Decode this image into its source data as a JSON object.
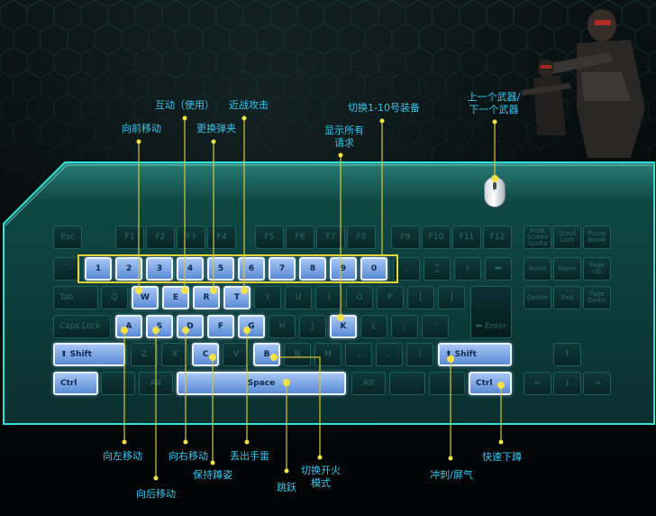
{
  "labels": {
    "move_forward": "向前移动",
    "interact": "互动（使用）",
    "reload": "更换弹夹",
    "melee": "近战攻击",
    "show_all": "显示所有\n请求",
    "switch_equipment": "切换1-10号装备",
    "switch_weapon": "上一个武器/\n下一个武器",
    "move_left": "向左移动",
    "move_back": "向后移动",
    "move_right": "向右移动",
    "crouch_hold": "保持蹲姿",
    "throw_grenade": "丢出手雷",
    "jump": "跳跃",
    "fire_mode": "切换开火\n模式",
    "sprint": "冲刺/屏气",
    "quick_crouch": "快速下蹲"
  },
  "keys": {
    "esc": "Esc",
    "f1": "F1",
    "f2": "F2",
    "f3": "F3",
    "f4": "F4",
    "f5": "F5",
    "f6": "F6",
    "f7": "F7",
    "f8": "F8",
    "f9": "F9",
    "f10": "F10",
    "f11": "F11",
    "f12": "F12",
    "print_screen": "Print\nScreen\nSysRq",
    "scroll_lock": "Scroll\nLock",
    "pause_break": "Pause\nBreak",
    "tilde": "~\n`",
    "n1": "1",
    "n2": "2",
    "n3": "3",
    "n4": "4",
    "n5": "5",
    "n6": "6",
    "n7": "7",
    "n8": "8",
    "n9": "9",
    "n0": "0",
    "minus": "_\n-",
    "equals": "+\n=",
    "backslash": "\\",
    "backspace": "⬅",
    "insert": "Insert",
    "home": "Home",
    "page_up": "Page\nUp",
    "tab": "Tab",
    "q": "Q",
    "w": "W",
    "e": "E",
    "r": "R",
    "t": "T",
    "y": "Y",
    "u": "U",
    "i": "I",
    "o": "O",
    "p": "P",
    "lbracket": "[",
    "rbracket": "]",
    "delete": "Delete",
    "end": "End",
    "page_down": "Page\nDown",
    "caps": "Caps Lock",
    "a": "A",
    "s": "S",
    "d": "D",
    "f": "F",
    "g": "G",
    "h": "H",
    "j": "J",
    "k": "K",
    "l": "L",
    "semicolon": ";",
    "quote": "'",
    "enter": "⬅ Enter",
    "lshift": "⬆ Shift",
    "z": "Z",
    "x": "X",
    "c": "C",
    "v": "V",
    "b": "B",
    "n": "N",
    "m": "M",
    "comma": ",",
    "period": ".",
    "slash": "/",
    "rshift": "⬆ Shift",
    "arrow_up": "↑",
    "lctrl": "Ctrl",
    "lalt": "Alt",
    "space": "Space",
    "ralt": "Alt",
    "rctrl": "Ctrl",
    "arrow_left": "←",
    "arrow_down": "↓",
    "arrow_right": "→"
  },
  "colors": {
    "label": "#33c7ef",
    "leader_line": "#d8c63a",
    "highlight_key": "#7fa7e6",
    "panel_edge": "#2fe3d8"
  }
}
